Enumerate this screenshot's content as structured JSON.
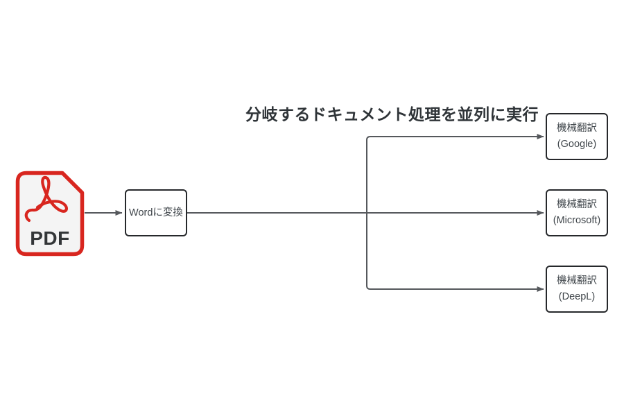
{
  "title": "分岐するドキュメント処理を並列に実行",
  "colors": {
    "accent_red": "#d8261f",
    "node_border": "#26282b",
    "connector": "#55585c",
    "title_text": "#2f3438",
    "node_text": "#3f454a",
    "pdf_fill": "#f4f4f4",
    "background": "#ffffff"
  },
  "diagram": {
    "source": {
      "type": "pdf-file",
      "label": "PDF"
    },
    "process": {
      "label": "Wordに変換"
    },
    "targets": [
      {
        "line1": "機械翻訳",
        "line2": "(Google)"
      },
      {
        "line1": "機械翻訳",
        "line2": "(Microsoft)"
      },
      {
        "line1": "機械翻訳",
        "line2": "(DeepL)"
      }
    ]
  }
}
